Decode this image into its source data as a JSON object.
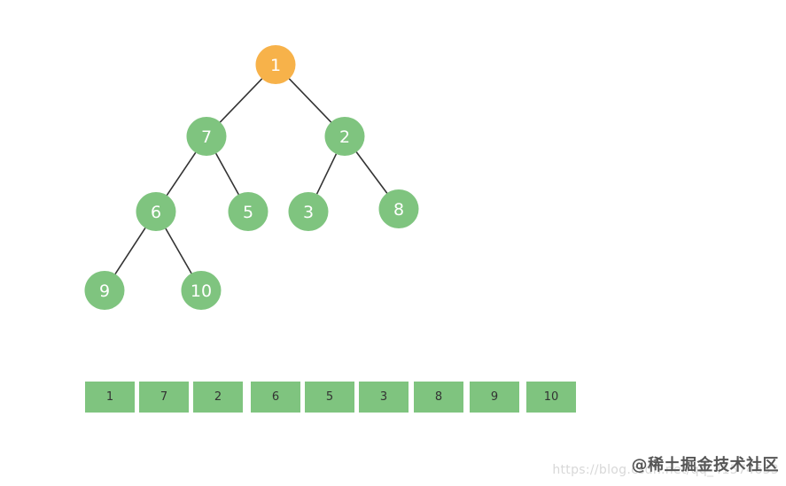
{
  "colors": {
    "root": "#f7b24a",
    "node": "#7fc47f",
    "edge": "#333333",
    "cell": "#7fc47f",
    "label": "#ffffff"
  },
  "tree": {
    "nodes": [
      {
        "id": "n1",
        "label": "1",
        "highlight": true
      },
      {
        "id": "n7",
        "label": "7"
      },
      {
        "id": "n2",
        "label": "2"
      },
      {
        "id": "n6",
        "label": "6"
      },
      {
        "id": "n5",
        "label": "5"
      },
      {
        "id": "n3",
        "label": "3"
      },
      {
        "id": "n8",
        "label": "8"
      },
      {
        "id": "n9",
        "label": "9"
      },
      {
        "id": "n10",
        "label": "10"
      }
    ],
    "edges": [
      [
        "n1",
        "n7"
      ],
      [
        "n1",
        "n2"
      ],
      [
        "n7",
        "n6"
      ],
      [
        "n7",
        "n5"
      ],
      [
        "n2",
        "n3"
      ],
      [
        "n2",
        "n8"
      ],
      [
        "n6",
        "n9"
      ],
      [
        "n6",
        "n10"
      ]
    ]
  },
  "array": [
    "1",
    "7",
    "2",
    "6",
    "5",
    "3",
    "8",
    "9",
    "10"
  ],
  "watermark": {
    "brand": "@稀土掘金技术社区",
    "url": "https://blog.csdn.net/qq_41574633"
  }
}
